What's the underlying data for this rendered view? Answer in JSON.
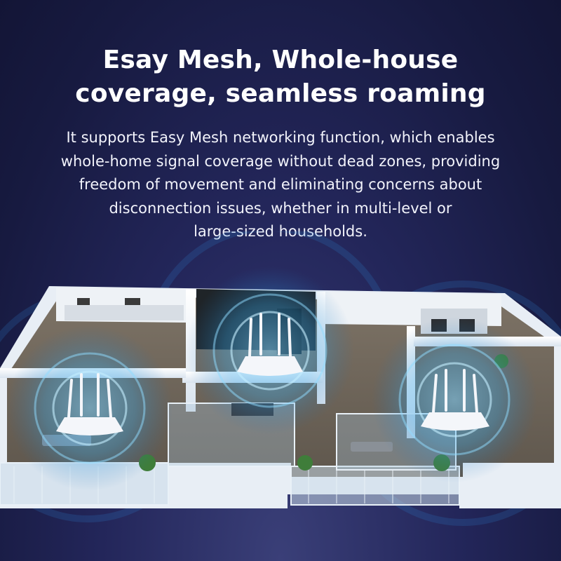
{
  "headline": {
    "line1": "Esay Mesh, Whole-house",
    "line2": "coverage, seamless roaming"
  },
  "description": {
    "lines": [
      "It supports Easy Mesh networking function, which enables",
      "whole-home signal coverage without dead zones, providing",
      "freedom of movement and eliminating concerns about",
      "disconnection issues, whether in multi-level or",
      "large-sized households."
    ]
  },
  "illustration": {
    "subject": "isometric apartment floor plan with three mesh routers",
    "router_count": 3,
    "colors": {
      "background": "#1b1e48",
      "wifi_glow": "#36a6e8",
      "router": "#f4f6fa",
      "walls": "#f1f4f8"
    }
  }
}
